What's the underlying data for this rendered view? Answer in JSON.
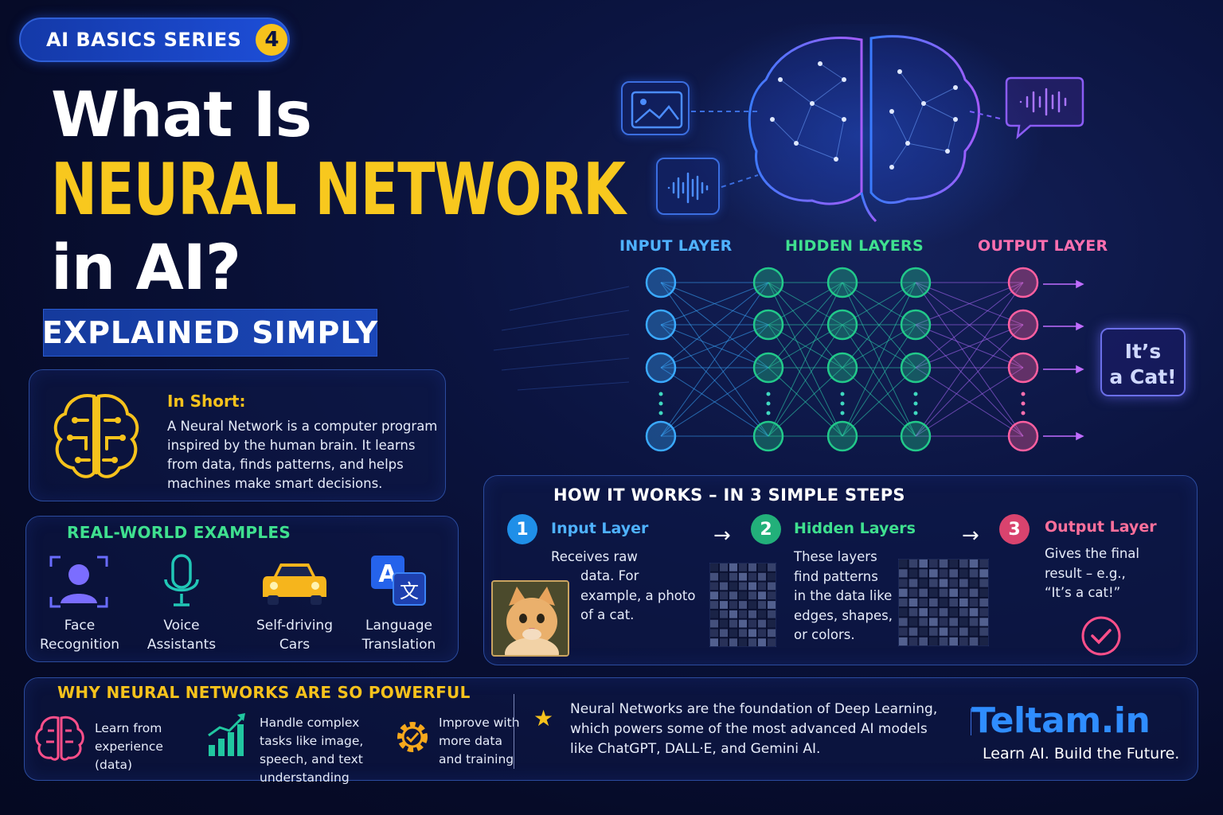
{
  "header": {
    "series_label": "AI BASICS SERIES",
    "series_number": "4",
    "title_line1": "What Is",
    "title_line2": "NEURAL NETWORK",
    "title_line3": "in AI?",
    "subtitle": "EXPLAINED SIMPLY"
  },
  "network": {
    "input_label": "INPUT LAYER",
    "hidden_label": "HIDDEN LAYERS",
    "output_label": "OUTPUT LAYER",
    "result_line1": "It’s",
    "result_line2": "a Cat!"
  },
  "in_short": {
    "title": "In Short:",
    "text": "A Neural Network is a computer program inspired by the human brain. It learns from data, finds patterns, and helps machines make smart decisions."
  },
  "examples": {
    "title": "REAL-WORLD EXAMPLES",
    "items": [
      {
        "line1": "Face",
        "line2": "Recognition",
        "icon": "face-recognition-icon"
      },
      {
        "line1": "Voice",
        "line2": "Assistants",
        "icon": "microphone-icon"
      },
      {
        "line1": "Self-driving",
        "line2": "Cars",
        "icon": "car-icon"
      },
      {
        "line1": "Language",
        "line2": "Translation",
        "icon": "translate-icon"
      }
    ]
  },
  "steps": {
    "title": "HOW IT WORKS – IN 3 SIMPLE STEPS",
    "items": [
      {
        "number": "1",
        "title": "Input Layer",
        "text_line1": "Receives raw",
        "text_rest": "data. For example, a photo of a cat."
      },
      {
        "number": "2",
        "title": "Hidden Layers",
        "text": "These layers find patterns in the data like edges, shapes, or colors."
      },
      {
        "number": "3",
        "title": "Output Layer",
        "text": "Gives the final result – e.g., “It’s a cat!”"
      }
    ],
    "colors": {
      "step1": "#1f8fe8",
      "step2": "#22b07a",
      "step3": "#d9436e"
    }
  },
  "why": {
    "title": "WHY NEURAL NETWORKS ARE SO POWERFUL",
    "items": [
      {
        "text": "Learn from experience (data)",
        "icon": "brain-icon"
      },
      {
        "text": "Handle complex tasks like image, speech, and text understanding",
        "icon": "growth-chart-icon"
      },
      {
        "text": "Improve with more data and training",
        "icon": "gear-check-icon"
      }
    ],
    "note": "Neural Networks are the foundation of Deep Learning, which powers some of the most advanced AI models like ChatGPT, DALL·E, and Gemini AI."
  },
  "brand": {
    "name": "Teltam.in",
    "tagline": "Learn AI. Build the Future."
  }
}
